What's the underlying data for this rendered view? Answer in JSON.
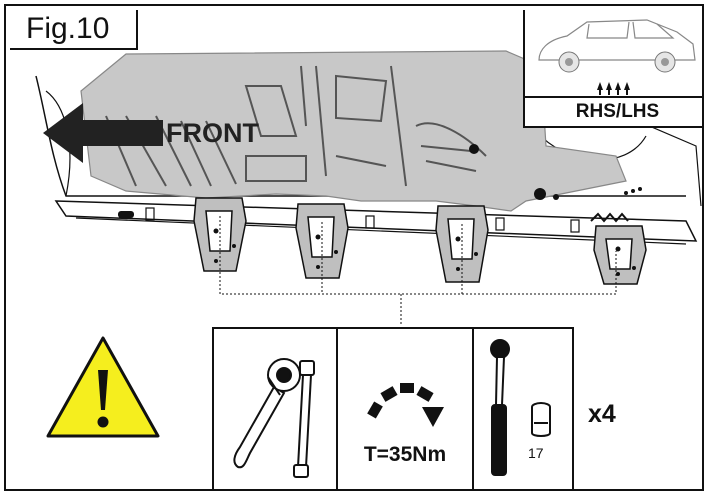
{
  "figure": {
    "label": "Fig.10"
  },
  "direction": {
    "front_label": "FRONT"
  },
  "thumbnail": {
    "side_label": "RHS/LHS"
  },
  "torque": {
    "value_label": "T=35Nm"
  },
  "socket": {
    "size_label": "17"
  },
  "quantity": {
    "label": "x4"
  },
  "colors": {
    "warning_yellow": "#f5ee1e",
    "panel_gray": "#c8c8c8",
    "line": "#111111",
    "bolt_outline": "#333333"
  },
  "icons": [
    "warning-icon",
    "ratchet-wrench-icon",
    "extension-bar-icon",
    "torque-direction-icon",
    "torque-wrench-icon",
    "socket-icon",
    "front-arrow-icon"
  ]
}
